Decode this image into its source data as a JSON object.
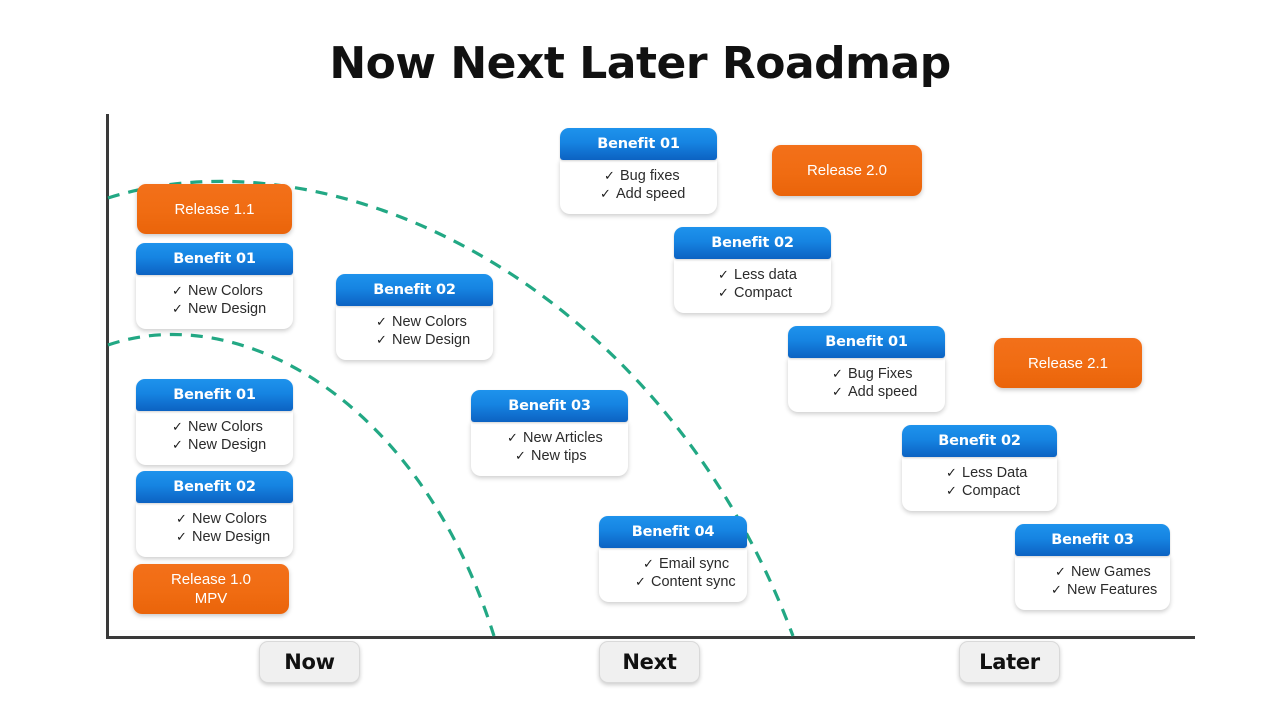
{
  "slide": {
    "title": "Now Next Later Roadmap",
    "background": "#ffffff",
    "accent_blue": "#1684e2",
    "accent_orange": "#f06c12",
    "arc_color": "#22a884"
  },
  "axes": {
    "vertical_label": "",
    "horizontal_label": ""
  },
  "phases": [
    {
      "label": "Now"
    },
    {
      "label": "Next"
    },
    {
      "label": "Later"
    }
  ],
  "releases": [
    {
      "name": "release-1-1",
      "line1": "Release 1.1",
      "line2": ""
    },
    {
      "name": "release-1-0",
      "line1": "Release 1.0",
      "line2": "MPV"
    },
    {
      "name": "release-2-0",
      "line1": "Release 2.0",
      "line2": ""
    },
    {
      "name": "release-2-1",
      "line1": "Release 2.1",
      "line2": ""
    }
  ],
  "cards": [
    {
      "id": "now-benefit-01",
      "header": "Benefit 01",
      "items": [
        "New Colors",
        "New Design"
      ]
    },
    {
      "id": "now-benefit-01-b",
      "header": "Benefit 01",
      "items": [
        "New Colors",
        "New Design"
      ]
    },
    {
      "id": "now-benefit-02",
      "header": "Benefit 02",
      "items": [
        "New Colors",
        "New Design"
      ]
    },
    {
      "id": "next-benefit-02",
      "header": "Benefit 02",
      "items": [
        "New Colors",
        "New Design"
      ]
    },
    {
      "id": "next-benefit-01",
      "header": "Benefit 01",
      "items": [
        "Bug fixes",
        "Add speed"
      ]
    },
    {
      "id": "next-benefit-03",
      "header": "Benefit 03",
      "items": [
        "New Articles",
        "New tips"
      ]
    },
    {
      "id": "next-benefit-04",
      "header": "Benefit 04",
      "items": [
        "Email sync",
        "Content sync"
      ]
    },
    {
      "id": "later-benefit-02",
      "header": "Benefit 02",
      "items": [
        "Less data",
        "Compact"
      ]
    },
    {
      "id": "later-benefit-01",
      "header": "Benefit 01",
      "items": [
        "Bug Fixes",
        "Add speed"
      ]
    },
    {
      "id": "later-benefit-02-b",
      "header": "Benefit 02",
      "items": [
        "Less Data",
        "Compact"
      ]
    },
    {
      "id": "later-benefit-03",
      "header": "Benefit 03",
      "items": [
        "New Games",
        "New Features"
      ]
    }
  ],
  "icons": {
    "check": "✓"
  }
}
